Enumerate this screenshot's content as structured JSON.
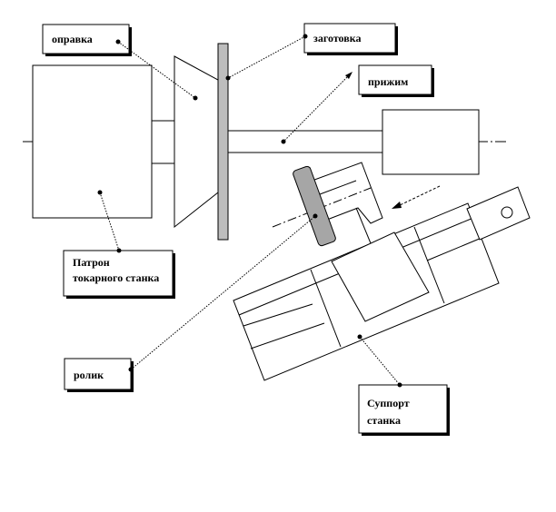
{
  "labels": {
    "opravka": "оправка",
    "zagotovka": "заготовка",
    "prizhim": "прижим",
    "patron_line1": "Патрон",
    "patron_line2": "токарного станка",
    "rolik": "ролик",
    "support_line1": "Суппорт",
    "support_line2": "станка"
  },
  "colors": {
    "line": "#000000",
    "workpiece_fill": "#bdbdbd",
    "roller_fill": "#a6a6a6",
    "background": "#ffffff"
  }
}
